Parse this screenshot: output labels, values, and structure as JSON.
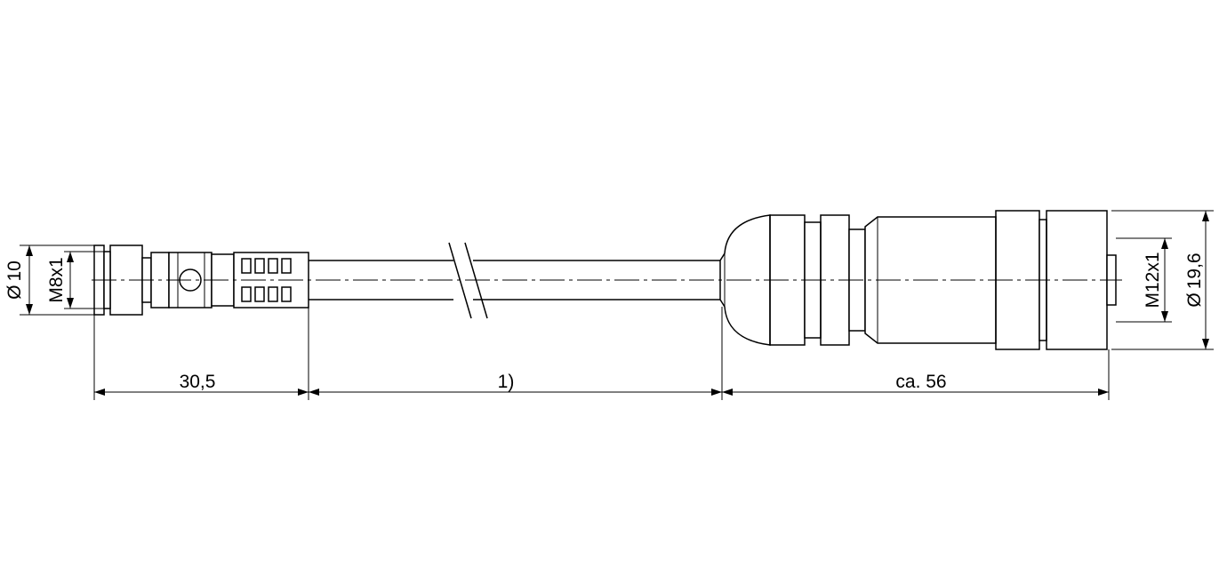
{
  "dimensions": {
    "left_diameter": "10",
    "left_thread": "M8x1",
    "left_length": "30,5",
    "cable_length": "1)",
    "right_length": "ca. 56",
    "right_thread": "M12x1",
    "right_diameter": "19,6"
  },
  "symbols": {
    "diameter": "Ø"
  }
}
